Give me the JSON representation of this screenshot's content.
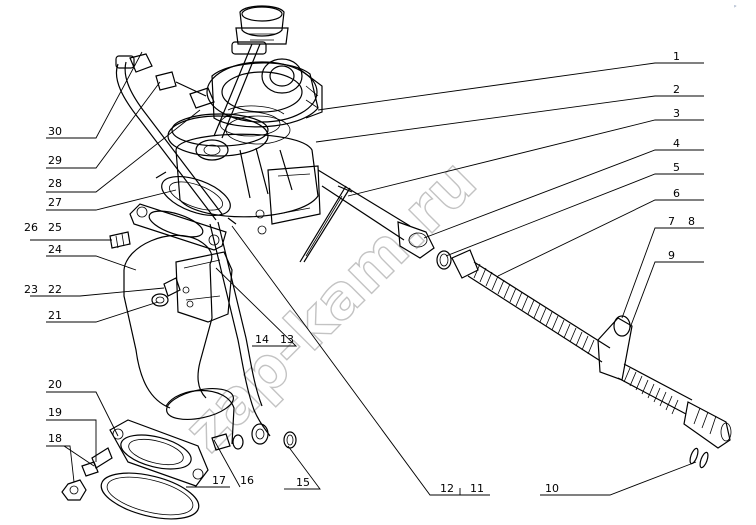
{
  "watermark": "zap-kam.ru",
  "corner_mark": "ᵖ",
  "labels": [
    "1",
    "2",
    "3",
    "4",
    "5",
    "6",
    "7",
    "8",
    "9",
    "10",
    "11",
    "12",
    "13",
    "14",
    "15",
    "16",
    "17",
    "18",
    "19",
    "20",
    "21",
    "22",
    "23",
    "24",
    "25",
    "26",
    "27",
    "28",
    "29",
    "30"
  ]
}
